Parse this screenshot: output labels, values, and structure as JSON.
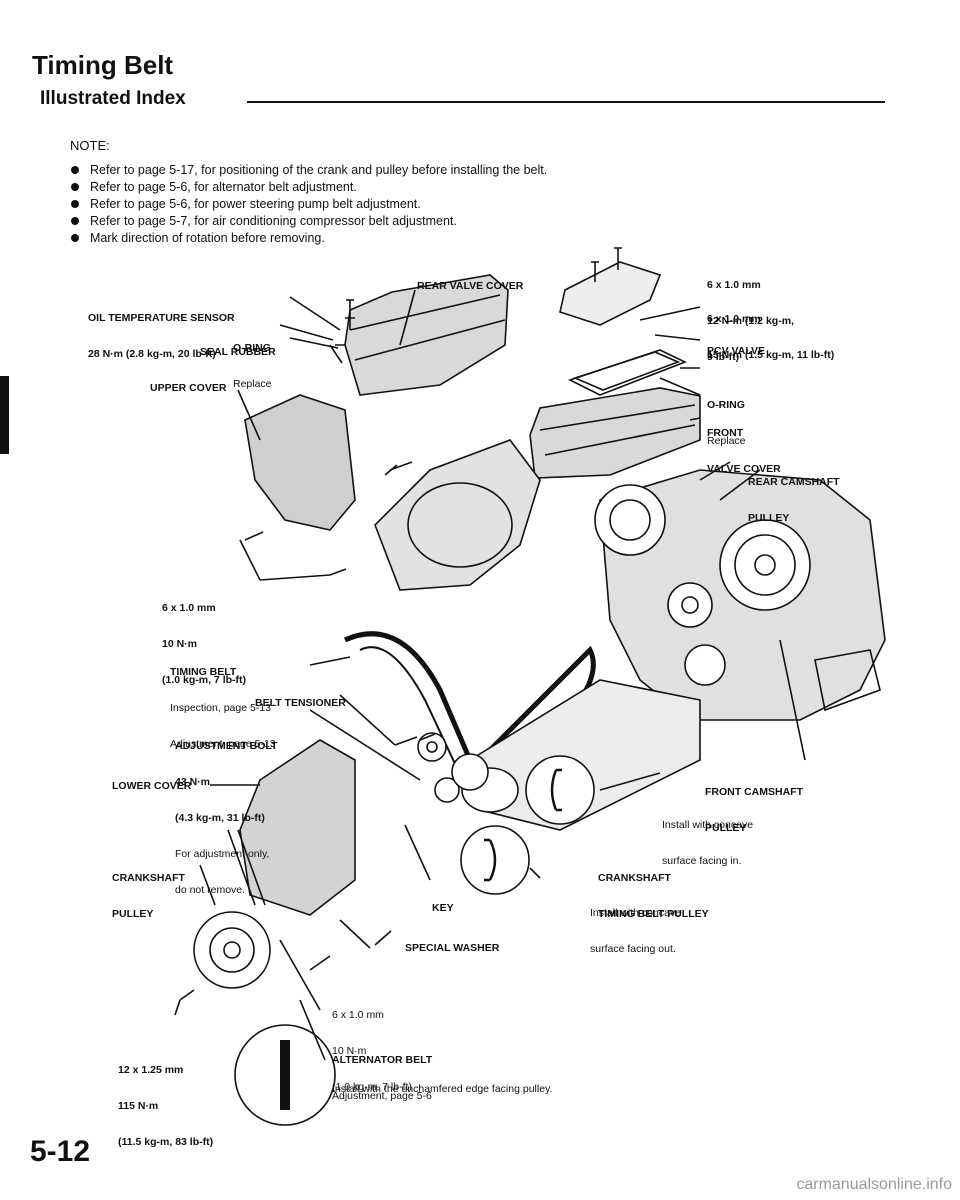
{
  "header": {
    "title": "Timing Belt",
    "subtitle": "Illustrated Index"
  },
  "notes": {
    "label": "NOTE:",
    "items": [
      "Refer to page 5-17, for positioning of the crank and pulley before installing the belt.",
      "Refer to page 5-6, for alternator belt adjustment.",
      "Refer to page 5-6, for power steering pump belt adjustment.",
      "Refer to page 5-7, for air conditioning compressor belt adjustment.",
      "Mark direction of rotation before removing."
    ]
  },
  "labels": {
    "bolt_top": [
      "6 x 1.0 mm",
      "12 N·m (1.2 kg-m,",
      "9 lb-ft)"
    ],
    "oil_temp_sensor": [
      "OIL TEMPERATURE SENSOR",
      "28 N·m (2.8 kg-m, 20 lb-ft)"
    ],
    "rear_valve_cover": "REAR VALVE COVER",
    "bolt_valve_cover": [
      "6 x 1.0 mm",
      "15 N·m (1.5 kg-m, 11 lb-ft)"
    ],
    "o_ring_left": [
      "O-RING",
      "Replace"
    ],
    "seal_rubber": "SEAL RUBBER",
    "pcv_valve": "PCV VALVE",
    "upper_cover": "UPPER COVER",
    "o_ring_right": [
      "O-RING",
      "Replace"
    ],
    "front_valve_cover": [
      "FRONT",
      "VALVE COVER"
    ],
    "rear_camshaft_pulley": [
      "REAR CAMSHAFT",
      "PULLEY"
    ],
    "bolt_upper_cover": [
      "6 x 1.0 mm",
      "10 N·m",
      "(1.0 kg-m, 7 lb-ft)"
    ],
    "timing_belt": [
      "TIMING BELT",
      "Inspection, page 5-13",
      "Adjustment, page 5-13"
    ],
    "belt_tensioner": "BELT TENSIONER",
    "adjustment_bolt": [
      "ADJUSTMENT BOLT",
      "43 N·m",
      "(4.3 kg-m, 31 lb-ft)",
      "For adjustment only,",
      "do not remove."
    ],
    "front_camshaft_pulley": [
      "FRONT CAMSHAFT",
      "PULLEY"
    ],
    "lower_cover": "LOWER COVER",
    "install_concave_in": [
      "Install with concave",
      "surface facing in."
    ],
    "crankshaft_pulley": [
      "CRANKSHAFT",
      "PULLEY"
    ],
    "crankshaft_timing_belt_pulley": [
      "CRANKSHAFT",
      "TIMING BELT PULLEY"
    ],
    "install_concave_out": [
      "Install with concave",
      "surface facing out."
    ],
    "key": "KEY",
    "special_washer": "SPECIAL WASHER",
    "bolt_lower": [
      "6 x 1.0 mm",
      "10 N·m",
      "(1.0 kg-m, 7 lb-ft)"
    ],
    "alternator_belt": [
      "ALTERNATOR BELT",
      "Adjustment, page 5-6"
    ],
    "crank_bolt": [
      "12 x 1.25 mm",
      "115 N·m",
      "(11.5 kg-m, 83 lb-ft)"
    ],
    "unchamfered": "Install with the unchamfered edge facing pulley."
  },
  "footer": {
    "page_number": "5-12",
    "watermark": "carmanualsonline.info"
  }
}
